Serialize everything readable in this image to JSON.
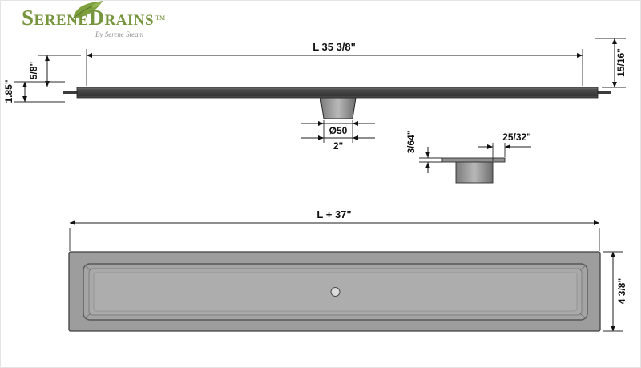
{
  "logo": {
    "brand": "SereneDrains",
    "trademark": "TM",
    "tagline": "By Serene Steam",
    "brand_color": "#76953c"
  },
  "side_view": {
    "length": "L 35 3/8\"",
    "flange_edge_height": "5/8\"",
    "left_height": "1.85\"",
    "right_height": "15/16\"",
    "outlet_diameter": "Ø50",
    "outlet_width": "2\""
  },
  "outlet_detail": {
    "flange_thickness": "3/64\"",
    "flange_overhang": "25/32\""
  },
  "plan_view": {
    "overall_length": "L + 37\"",
    "width": "4 3/8\""
  }
}
